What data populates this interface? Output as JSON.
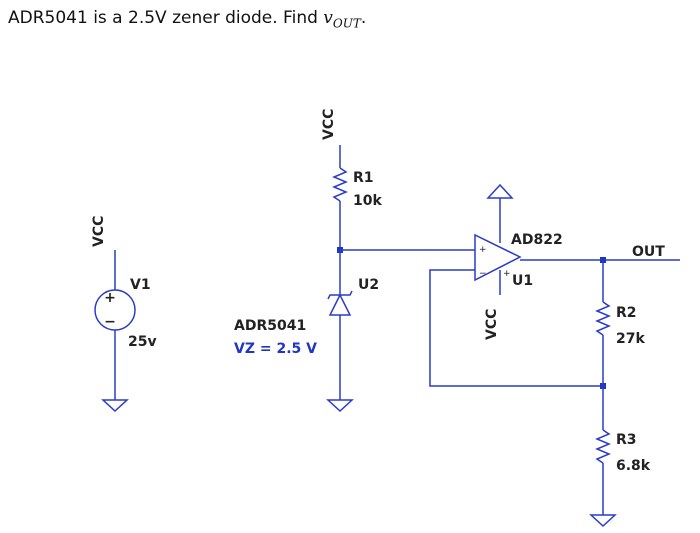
{
  "question": {
    "text": "ADR5041 is a 2.5V zener diode. Find ",
    "var_main": "v",
    "var_sub": "OUT",
    "tail": "."
  },
  "labels": {
    "vcc_left": "VCC",
    "vcc_top": "VCC",
    "vcc_opamp": "VCC",
    "v1_name": "V1",
    "v1_value": "25v",
    "r1_name": "R1",
    "r1_value": "10k",
    "u2_name": "U2",
    "diode_part": "ADR5041",
    "diode_vz": "VZ = 2.5 V",
    "opamp_part": "AD822",
    "opamp_name": "U1",
    "out_label": "OUT",
    "r2_name": "R2",
    "r2_value": "27k",
    "r3_name": "R3",
    "r3_value": "6.8k",
    "pin_plus": "+",
    "pin_minus": "−",
    "pin_supply_plus": "+",
    "source_plus": "+",
    "source_minus": "−"
  },
  "colors": {
    "wire": "#2b3cc8",
    "text": "#222222",
    "value_text": "#1f35c4"
  }
}
